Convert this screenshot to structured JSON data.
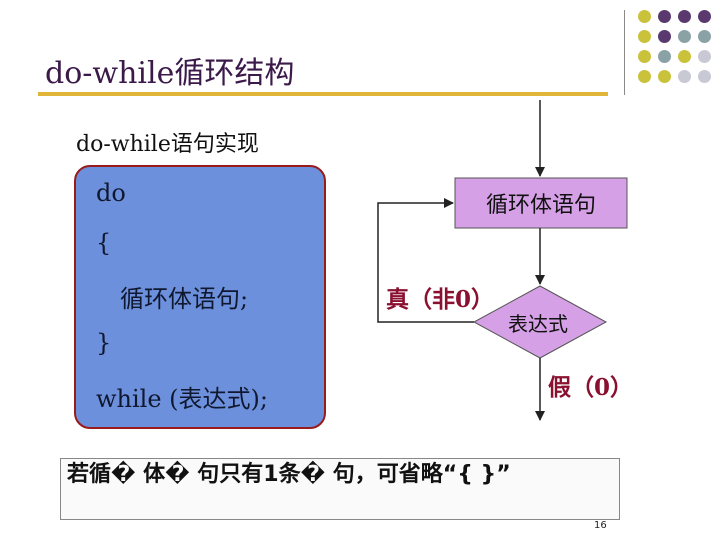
{
  "slide": {
    "title": "do-while循环结构",
    "subtitle": "do-while语句实现",
    "page_number": "16"
  },
  "code": {
    "lines": [
      "do",
      "{",
      "循环体语句;",
      "}",
      "while (表达式);"
    ]
  },
  "flowchart": {
    "body_label": "循环体语句",
    "condition_label": "表达式",
    "true_label": "真（非0）",
    "false_label": "假（0）"
  },
  "note": {
    "text": "若循� 体� 句只有1条� 句，可省略“{ }”"
  },
  "colors": {
    "title": "#3b1a4a",
    "rule": "#e0b63a",
    "code_panel": "#6d90dc",
    "code_border": "#9a1b1b",
    "flow_box": "#d6a0e6",
    "label_red": "#8a1030",
    "dot_purple": "#5a3a6e",
    "dot_teal": "#8aa2a6",
    "dot_yellow": "#c9c23a",
    "dot_gray": "#c9c9d6"
  }
}
